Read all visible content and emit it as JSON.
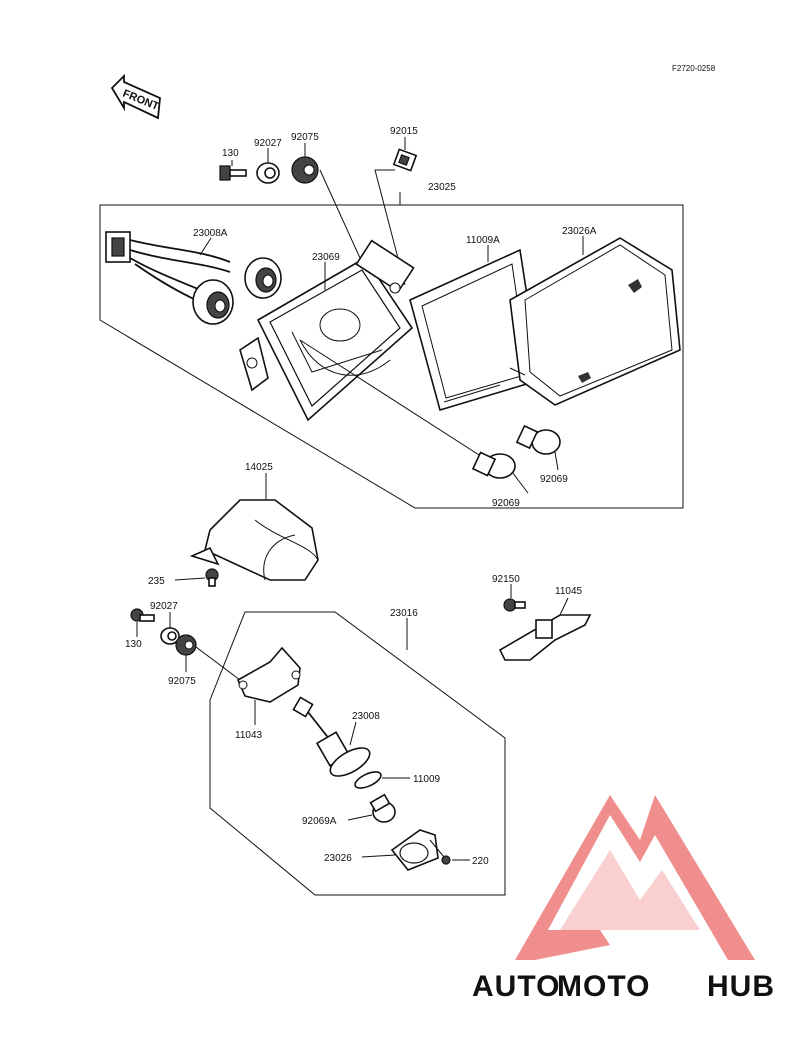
{
  "diagram": {
    "figure_code": "F2720-0258",
    "front_label": "FRONT",
    "colors": {
      "ink": "#111111",
      "logo_red": "#ee7b7b",
      "logo_orange": "#f2b04a",
      "logo_gray": "#8a8a8a"
    },
    "parts": {
      "p130_top": "130",
      "p92027_top": "92027",
      "p92075_top": "92075",
      "p92015": "92015",
      "p23025": "23025",
      "p23008A": "23008A",
      "p23069": "23069",
      "p11009A": "11009A",
      "p23026A": "23026A",
      "p92069_a": "92069",
      "p92069_b": "92069",
      "p14025": "14025",
      "p235": "235",
      "p92150": "92150",
      "p11045": "11045",
      "p92027_bot": "92027",
      "p23016": "23016",
      "p130_bot": "130",
      "p92075_bot": "92075",
      "p11043": "11043",
      "p23008": "23008",
      "p11009": "11009",
      "p92069A": "92069A",
      "p23026": "23026",
      "p220": "220"
    }
  },
  "watermark": {
    "part1": "AUTO",
    "part2": "MOTO",
    "part3": "HUB"
  }
}
